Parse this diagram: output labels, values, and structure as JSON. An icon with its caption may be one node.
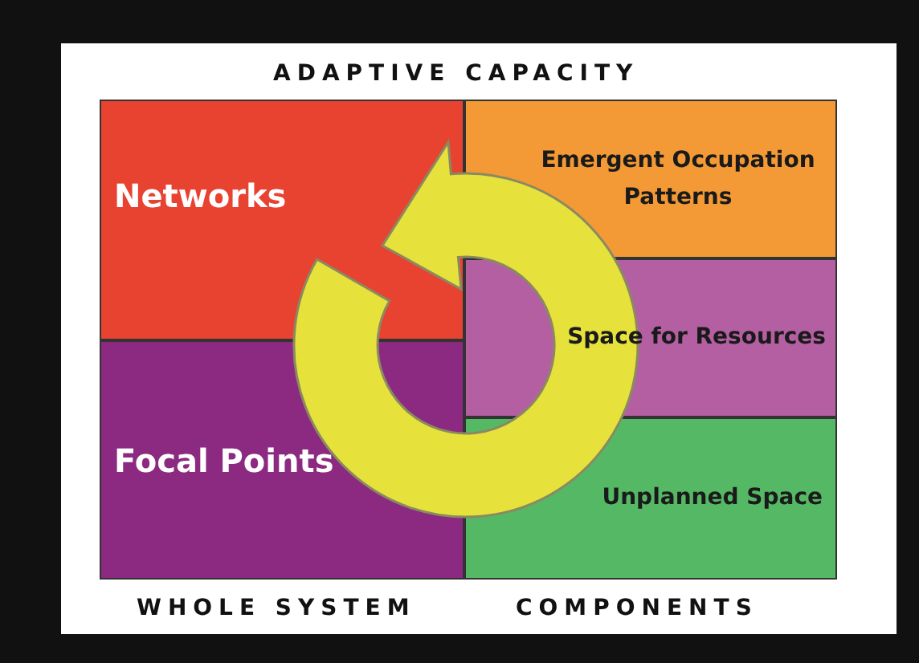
{
  "diagram": {
    "title": "ADAPTIVE CAPACITY",
    "nodes": [
      {
        "text": [
          "Networks"
        ]
      },
      {
        "text": [
          "Focal Points"
        ]
      },
      {
        "text": [
          "Emergent Occupation Patterns"
        ]
      },
      {
        "text": [
          "Space for Resources"
        ]
      },
      {
        "text": [
          "Unplanned Space"
        ]
      }
    ],
    "labels": [
      "WHOLE SYSTEM",
      "COMPONENTS"
    ]
  }
}
